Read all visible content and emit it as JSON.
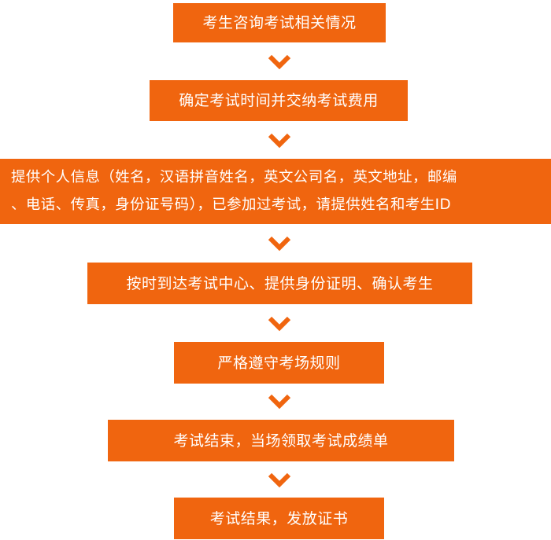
{
  "flowchart": {
    "steps": [
      {
        "text": "考生咨询考试相关情况"
      },
      {
        "text": "确定考试时间并交纳考试费用"
      },
      {
        "lines": [
          "提供个人信息（姓名，汉语拼音姓名，英文公司名，英文地址，邮编",
          "、电话、传真，身份证号码），已参加过考试，请提供姓名和考生ID"
        ]
      },
      {
        "text": "按时到达考试中心、提供身份证明、确认考生"
      },
      {
        "text": "严格遵守考场规则"
      },
      {
        "text": "考试结束，当场领取考试成绩单"
      },
      {
        "text": "考试结果，发放证书"
      }
    ],
    "colors": {
      "box": "#f0650f",
      "arrow": "#f0650f",
      "text": "#ffffff"
    },
    "arrow_icon": "chevron-down-icon"
  }
}
